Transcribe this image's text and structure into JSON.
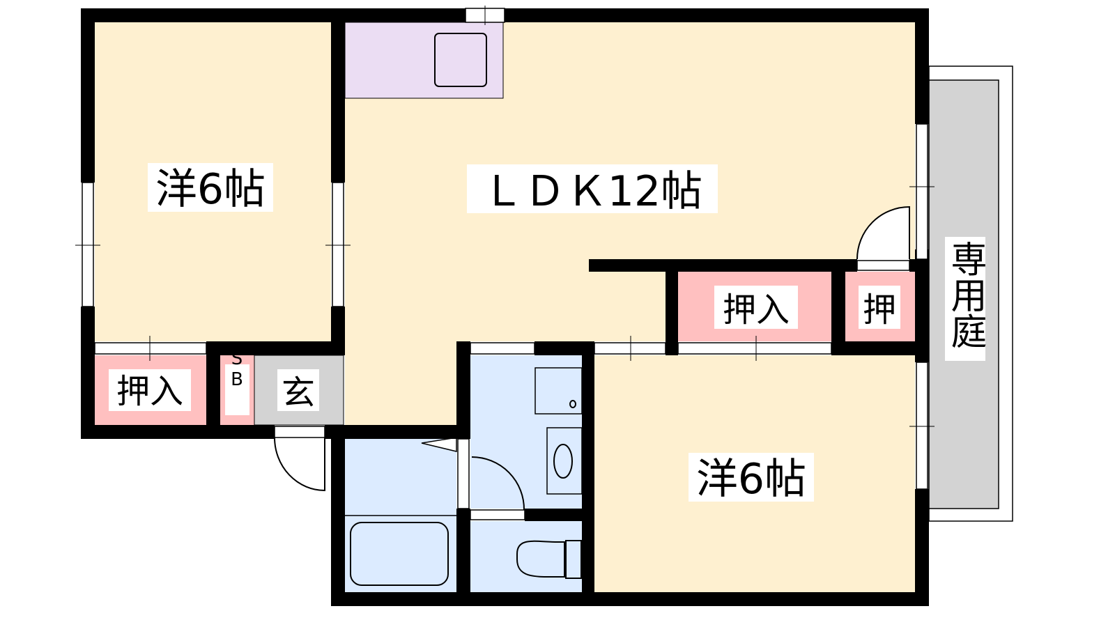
{
  "floor_plan": {
    "rooms": {
      "western_room_1": "洋6帖",
      "ldk": "ＬＤＫ12帖",
      "western_room_2": "洋6帖",
      "closet_1": "押入",
      "closet_2": "押入",
      "closet_3": "押",
      "shoe_box": "SB",
      "entrance": "玄",
      "private_garden": "専用庭"
    },
    "colors": {
      "room": "#FEF0D0",
      "kitchen": "#EBDDF3",
      "closet": "#FFC0C0",
      "wet_area": "#DCEBFF",
      "entrance": "#D3D3D3",
      "garden": "#D3D3D3",
      "wall": "#000000"
    }
  }
}
